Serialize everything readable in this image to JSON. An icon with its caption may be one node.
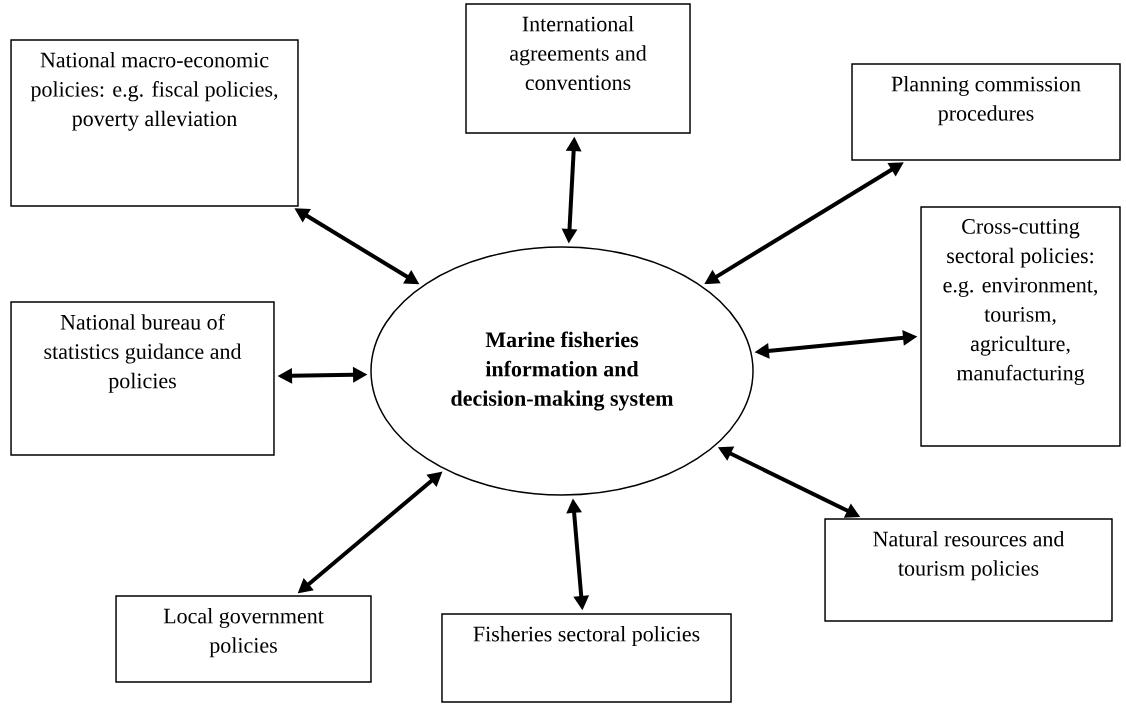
{
  "diagram": {
    "nodes": [
      {
        "text": [
          "National macro-economic policies: e.g. fiscal policies, poverty alleviation"
        ]
      },
      {
        "text": [
          "International agreements and conventions"
        ]
      },
      {
        "text": [
          "Planning commission procedures"
        ]
      },
      {
        "text": [
          "Cross-cutting sectoral policies: e.g. environment, tourism, agriculture, manufacturing"
        ]
      },
      {
        "text": [
          "National bureau of statistics guidance and policies"
        ]
      },
      {
        "text": [
          "Marine fisheries information and decision-making system"
        ]
      },
      {
        "text": [
          "Natural resources and tourism policies"
        ]
      },
      {
        "text": [
          "Local government policies"
        ]
      },
      {
        "text": [
          "Fisheries sectoral policies"
        ]
      }
    ],
    "edges": [
      {
        "from": 5,
        "to": 0,
        "arrow": "both"
      },
      {
        "from": 5,
        "to": 1,
        "arrow": "both"
      },
      {
        "from": 5,
        "to": 2,
        "arrow": "both"
      },
      {
        "from": 5,
        "to": 3,
        "arrow": "both"
      },
      {
        "from": 5,
        "to": 4,
        "arrow": "both"
      },
      {
        "from": 5,
        "to": 6,
        "arrow": "both"
      },
      {
        "from": 5,
        "to": 7,
        "arrow": "both"
      },
      {
        "from": 5,
        "to": 8,
        "arrow": "both"
      }
    ]
  }
}
